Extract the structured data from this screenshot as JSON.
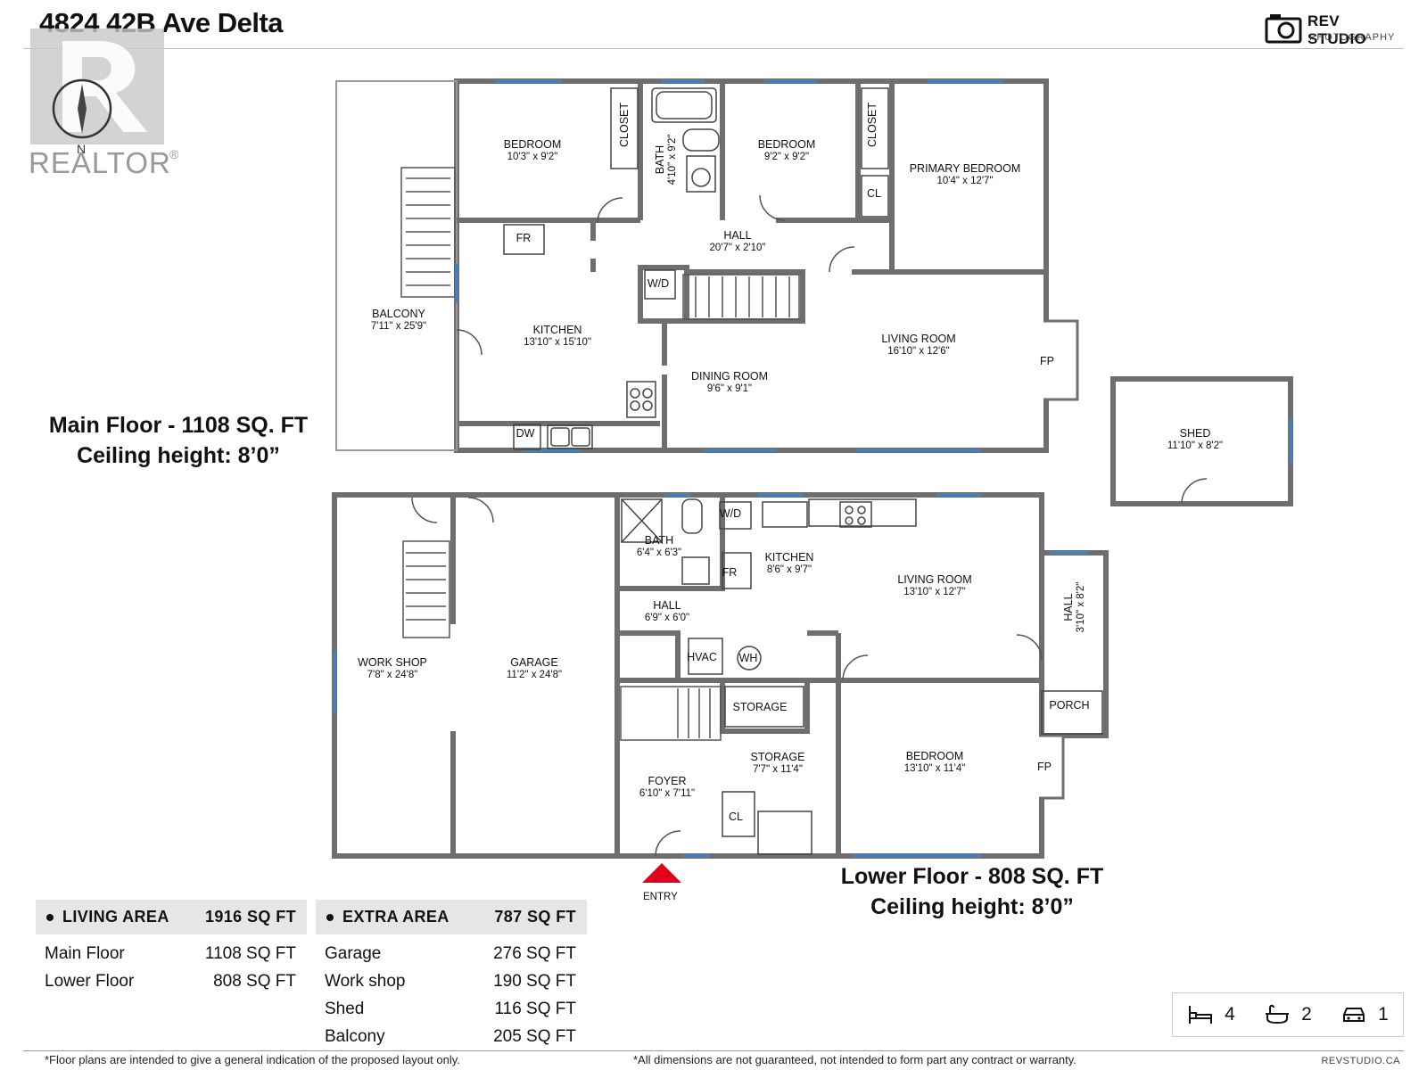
{
  "title": "4824 42B Ave Delta",
  "brand": {
    "name": "REV STUDIO",
    "sub": "PHOTOGRAPHY",
    "url": "REVSTUDIO.CA"
  },
  "realtor": {
    "text": "REALTOR",
    "mark": "®",
    "north": "N"
  },
  "main_floor": {
    "line1": "Main Floor - 1108 SQ. FT",
    "line2": "Ceiling height: 8’0”"
  },
  "lower_floor": {
    "line1": "Lower Floor - 808 SQ. FT",
    "line2": "Ceiling height: 8’0”"
  },
  "rooms": [
    {
      "name": "BEDROOM",
      "dim": "10'3\" x 9'2\""
    },
    {
      "name": "CLOSET",
      "dim": ""
    },
    {
      "name": "BATH",
      "dim": "4'10\" x 9'2\""
    },
    {
      "name": "BEDROOM",
      "dim": "9'2\" x 9'2\""
    },
    {
      "name": "CLOSET",
      "dim": ""
    },
    {
      "name": "CL",
      "dim": ""
    },
    {
      "name": "PRIMARY BEDROOM",
      "dim": "10'4\" x 12'7\""
    },
    {
      "name": "FR",
      "dim": ""
    },
    {
      "name": "HALL",
      "dim": "20'7\" x 2'10\""
    },
    {
      "name": "W/D",
      "dim": ""
    },
    {
      "name": "BALCONY",
      "dim": "7'11\" x 25'9\""
    },
    {
      "name": "KITCHEN",
      "dim": "13'10\" x 15'10\""
    },
    {
      "name": "LIVING ROOM",
      "dim": "16'10\" x 12'6\""
    },
    {
      "name": "FP",
      "dim": ""
    },
    {
      "name": "DINING ROOM",
      "dim": "9'6\" x 9'1\""
    },
    {
      "name": "DW",
      "dim": ""
    },
    {
      "name": "SHED",
      "dim": "11'10\" x 8'2\""
    },
    {
      "name": "W/D",
      "dim": ""
    },
    {
      "name": "BATH",
      "dim": "6'4\" x 6'3\""
    },
    {
      "name": "KITCHEN",
      "dim": "8'6\" x 9'7\""
    },
    {
      "name": "FR",
      "dim": ""
    },
    {
      "name": "LIVING ROOM",
      "dim": "13'10\" x 12'7\""
    },
    {
      "name": "HALL",
      "dim": "3'10\" x 8'2\""
    },
    {
      "name": "HALL",
      "dim": "6'9\" x 6'0\""
    },
    {
      "name": "HVAC",
      "dim": ""
    },
    {
      "name": "WH",
      "dim": ""
    },
    {
      "name": "WORK SHOP",
      "dim": "7'8\" x 24'8\""
    },
    {
      "name": "GARAGE",
      "dim": "11'2\" x 24'8\""
    },
    {
      "name": "STORAGE",
      "dim": ""
    },
    {
      "name": "PORCH",
      "dim": ""
    },
    {
      "name": "STORAGE",
      "dim": "7'7\" x 11'4\""
    },
    {
      "name": "BEDROOM",
      "dim": "13'10\" x 11'4\""
    },
    {
      "name": "FP",
      "dim": ""
    },
    {
      "name": "FOYER",
      "dim": "6'10\" x 7'11\""
    },
    {
      "name": "CL",
      "dim": ""
    }
  ],
  "entry_label": "ENTRY",
  "living_area": {
    "header": "LIVING AREA",
    "total": "1916 SQ FT",
    "rows": [
      {
        "label": "Main Floor",
        "value": "1108 SQ FT"
      },
      {
        "label": "Lower Floor",
        "value": "808 SQ FT"
      }
    ]
  },
  "extra_area": {
    "header": "EXTRA AREA",
    "total": "787 SQ FT",
    "rows": [
      {
        "label": "Garage",
        "value": "276 SQ FT"
      },
      {
        "label": "Work shop",
        "value": "190 SQ FT"
      },
      {
        "label": "Shed",
        "value": "116 SQ FT"
      },
      {
        "label": "Balcony",
        "value": "205 SQ FT"
      }
    ]
  },
  "summary": {
    "beds": "4",
    "baths": "2",
    "parking": "1"
  },
  "disclaimer_left": "*Floor plans are intended to give a general indication of the proposed layout only.",
  "disclaimer_right": "*All dimensions are not guaranteed, not intended to form part any contract or warranty.",
  "colors": {
    "wall": "#6e6e6e",
    "window": "#4a7fb5",
    "entry": "#e0001b",
    "table_header": "#e6e6e6"
  }
}
